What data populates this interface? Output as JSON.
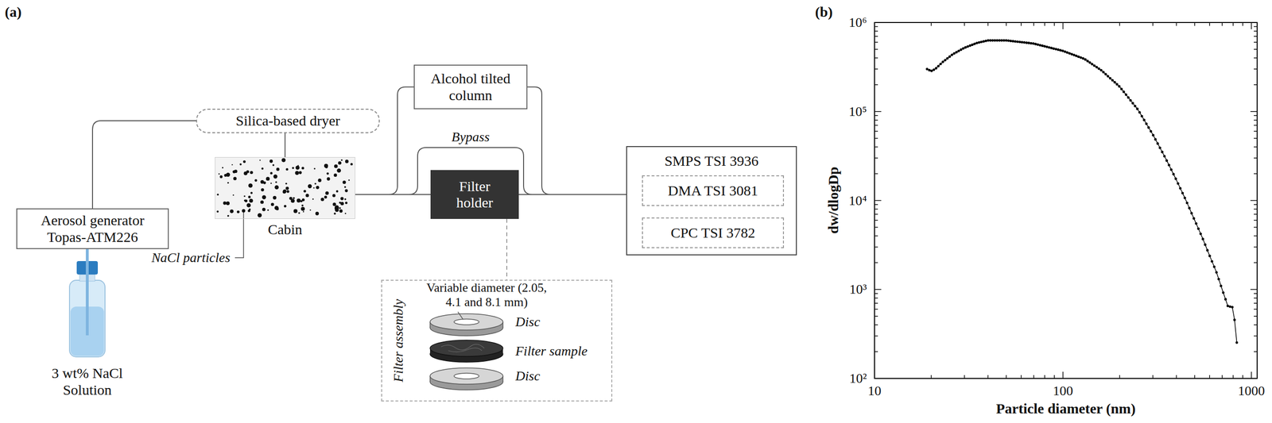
{
  "diagram": {
    "nodes": [
      {
        "text": [
          "Aerosol generator Topas-ATM226"
        ]
      },
      {
        "text": [
          "Silica-based dryer"
        ]
      },
      {
        "text": [
          "Cabin"
        ]
      },
      {
        "text": [
          "Alcohol tilted column"
        ]
      },
      {
        "text": [
          "Filter holder"
        ]
      },
      {
        "text": [
          "SMPS TSI 3936"
        ]
      },
      {
        "text": [
          "DMA TSI 3081"
        ],
        "in": 5
      },
      {
        "text": [
          "CPC TSI 3782"
        ],
        "in": 5
      },
      {
        "text": [
          "Filter assembly"
        ]
      }
    ],
    "edges": [
      {
        "from": 0,
        "to": 1,
        "arrow": "none"
      },
      {
        "from": 1,
        "to": 2,
        "arrow": "none"
      },
      {
        "from": 2,
        "to": 4,
        "arrow": "none"
      },
      {
        "from": 4,
        "to": 5,
        "arrow": "none"
      },
      {
        "from": 2,
        "to": 3,
        "arrow": "none"
      },
      {
        "from": 3,
        "to": 5,
        "arrow": "none"
      },
      {
        "from": 2,
        "to": 5,
        "label": "Bypass",
        "arrow": "none"
      },
      {
        "from": 4,
        "to": 8,
        "arrow": "none"
      }
    ],
    "labels": [
      "(a)",
      "(b)",
      "NaCl particles",
      "3 wt% NaCl Solution",
      "Variable diameter (2.05, 4.1 and 8.1 mm)",
      "Disc",
      "Filter sample",
      "Disc",
      "10⁶",
      "10⁵",
      "10⁴",
      "10³",
      "10²",
      "10",
      "100",
      "1000",
      "dw/dlogDp",
      "Particle diameter (nm)"
    ]
  }
}
